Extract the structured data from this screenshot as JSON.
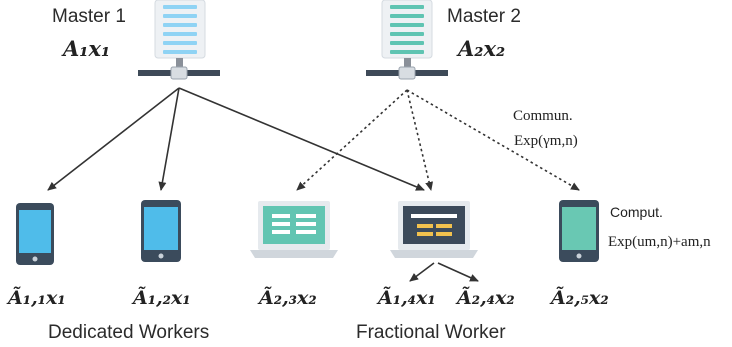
{
  "masters": [
    {
      "label": "Master 1",
      "expr": "A₁x₁",
      "color": "#8fd3f4"
    },
    {
      "label": "Master 2",
      "expr": "A₂x₂",
      "color": "#5fc4b2"
    }
  ],
  "workers": [
    {
      "expr": "Ã₁,₁x₁"
    },
    {
      "expr": "Ã₁,₂x₁"
    },
    {
      "expr": "Ã₂,₃x₂"
    },
    {
      "expr_a": "Ã₁,₄x₁",
      "expr_b": "Ã₂,₄x₂"
    },
    {
      "expr": "Ã₂,₅x₂"
    }
  ],
  "group_labels": {
    "dedicated": "Dedicated Workers",
    "fractional": "Fractional Worker"
  },
  "annotations": {
    "commun_title": "Commun.",
    "commun_expr": "Exp(γm,n)",
    "comput_title": "Comput.",
    "comput_expr": "Exp(um,n)+am,n"
  },
  "colors": {
    "tablet_blue": "#4fbcea",
    "tablet_frame": "#3b4b5c",
    "laptop_teal": "#62c5b2",
    "laptop_dark": "#3c4a5a",
    "tablet_teal": "#69c8b3",
    "arrow": "#333333"
  }
}
